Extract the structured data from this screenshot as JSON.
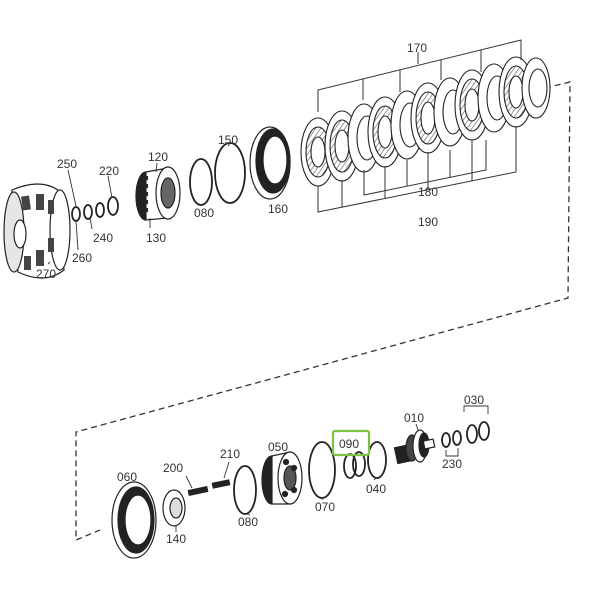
{
  "labels": {
    "p170": "170",
    "p180": "180",
    "p190": "190",
    "p250": "250",
    "p220": "220",
    "p120": "120",
    "p150": "150",
    "p080a": "080",
    "p160": "160",
    "p240": "240",
    "p130": "130",
    "p260": "260",
    "p270": "270",
    "p010": "010",
    "p030": "030",
    "p090": "090",
    "p050": "050",
    "p210": "210",
    "p200": "200",
    "p060": "060",
    "p040": "040",
    "p070": "070",
    "p080b": "080",
    "p140": "140",
    "p230": "230"
  },
  "highlight": {
    "part": "090",
    "color": "#7dc242"
  },
  "colors": {
    "line": "#2a2a2a",
    "label": "#333333"
  }
}
